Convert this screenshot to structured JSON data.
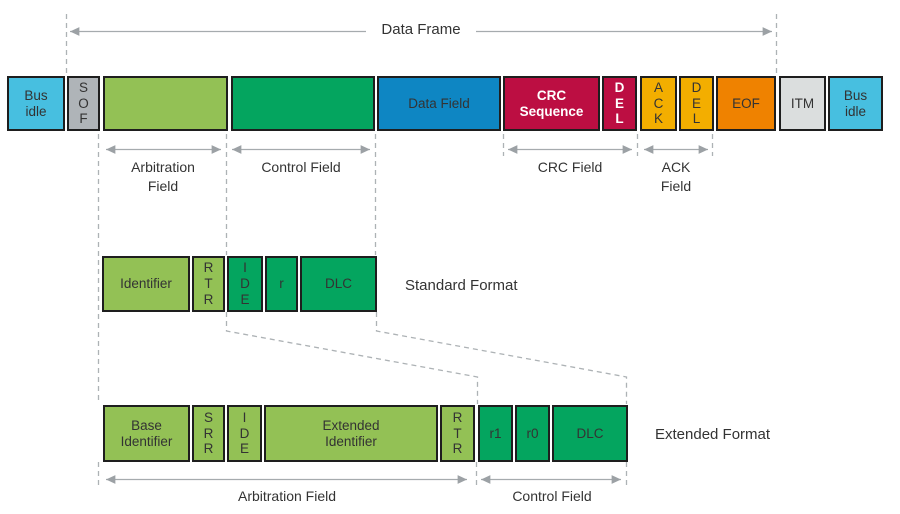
{
  "palette": {
    "cyan": "#47BFE0",
    "gray": "#AFB4B8",
    "light_green": "#93C155",
    "dark_green": "#04A55F",
    "blue": "#0E86C3",
    "crimson": "#BC0E42",
    "amber": "#F3AE00",
    "orange": "#EF8200",
    "light_gray": "#DBDEDE",
    "border": "#1E1E1E",
    "line_gray": "#A6ABAE",
    "text_dark": "#333333"
  },
  "frame_label": "Data Frame",
  "main_bar": {
    "segments": [
      {
        "label": "Bus\nidle"
      },
      {
        "label": "S\nO\nF"
      },
      {
        "label": ""
      },
      {
        "label": ""
      },
      {
        "label": "Data Field"
      },
      {
        "label": "CRC\nSequence"
      },
      {
        "label": "D\nE\nL"
      },
      {
        "label": "A\nC\nK"
      },
      {
        "label": "D\nE\nL"
      },
      {
        "label": "EOF"
      },
      {
        "label": "ITM"
      },
      {
        "label": "Bus\nidle"
      }
    ]
  },
  "field_labels": {
    "arbitration": "Arbitration\nField",
    "control": "Control Field",
    "crc": "CRC Field",
    "ack": "ACK\nField"
  },
  "standard_format": {
    "title": "Standard Format",
    "segments": [
      {
        "label": "Identifier"
      },
      {
        "label": "R\nT\nR"
      },
      {
        "label": "I\nD\nE"
      },
      {
        "label": "r"
      },
      {
        "label": "DLC"
      }
    ]
  },
  "extended_format": {
    "title": "Extended Format",
    "segments": [
      {
        "label": "Base\nIdentifier"
      },
      {
        "label": "S\nR\nR"
      },
      {
        "label": "I\nD\nE"
      },
      {
        "label": "Extended\nIdentifier"
      },
      {
        "label": "R\nT\nR"
      },
      {
        "label": "r1"
      },
      {
        "label": "r0"
      },
      {
        "label": "DLC"
      }
    ]
  },
  "bottom_labels": {
    "arbitration": "Arbitration Field",
    "control": "Control Field"
  }
}
